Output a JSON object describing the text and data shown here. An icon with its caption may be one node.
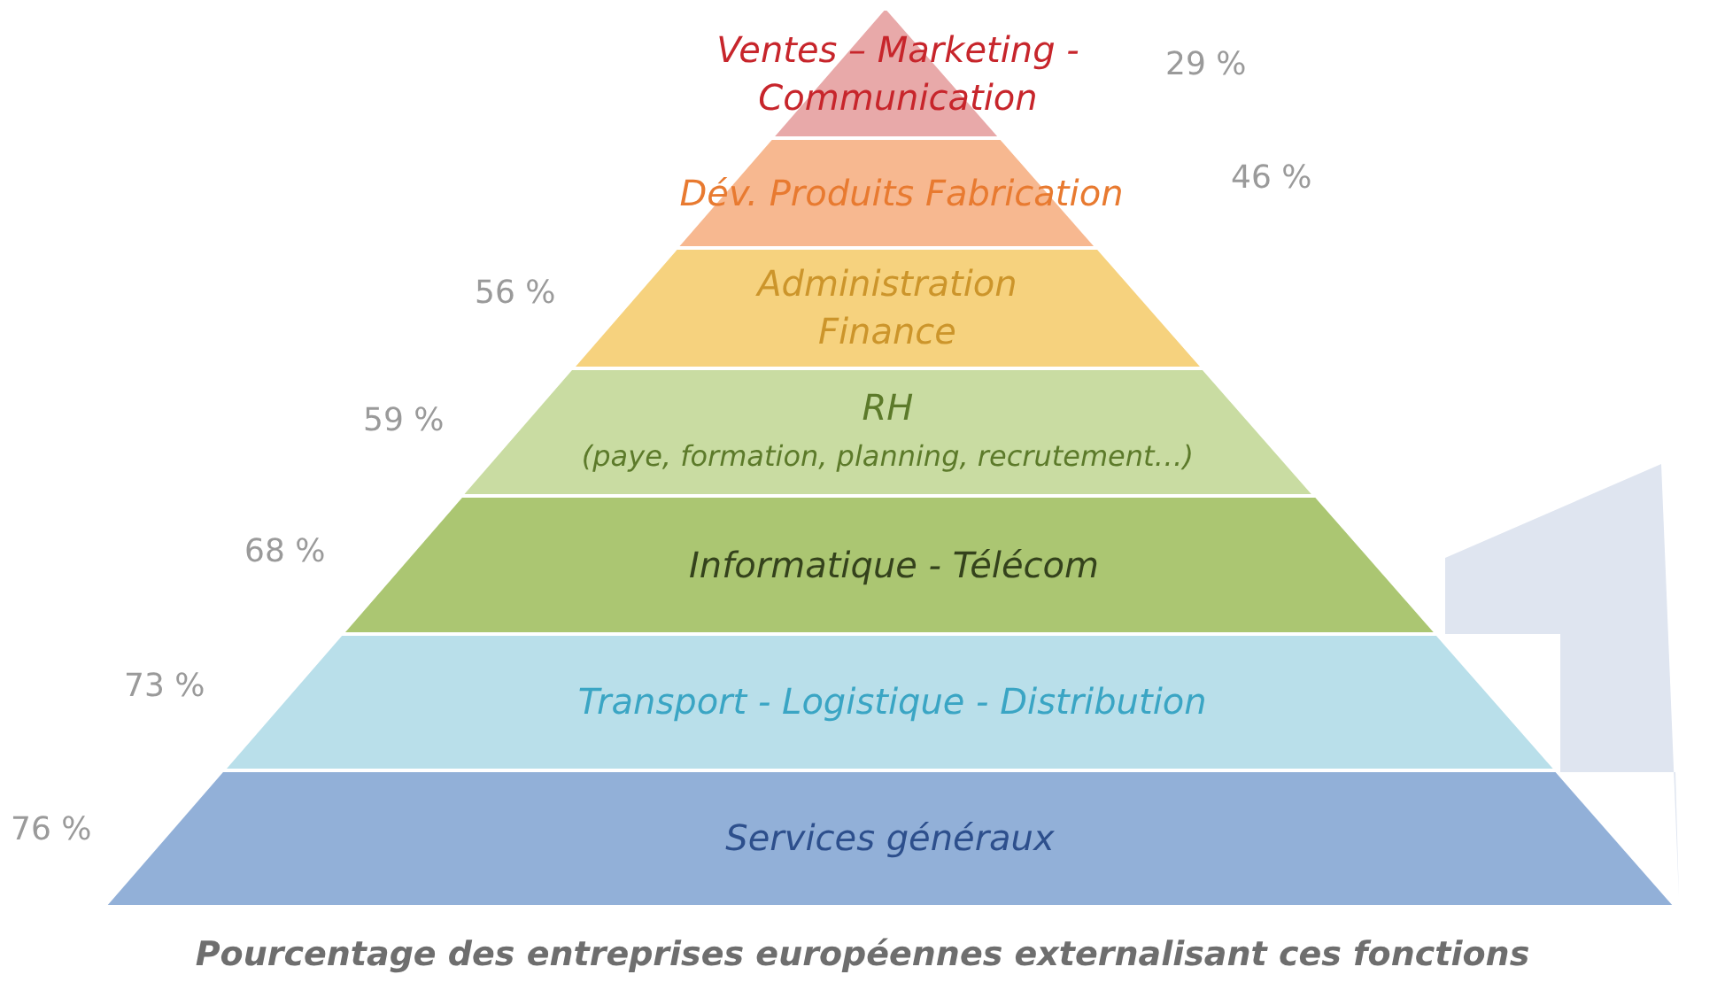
{
  "diagram": {
    "caption": "Pourcentage des entreprises européennes externalisant ces fonctions",
    "nodes": [
      {
        "text": [
          "Ventes – Marketing - Communication"
        ]
      },
      {
        "text": [
          "Dév. Produits Fabrication"
        ]
      },
      {
        "text": [
          "Administration Finance"
        ],
        "beside": [
          "56 %"
        ]
      },
      {
        "text": [
          "RH",
          "(paye, formation, planning, recrutement…)"
        ],
        "beside": [
          "59 %"
        ]
      },
      {
        "text": [
          "Informatique - Télécom"
        ],
        "beside": [
          "68 %"
        ]
      },
      {
        "text": [
          "Transport - Logistique - Distribution"
        ],
        "beside": [
          "73 %"
        ]
      },
      {
        "text": [
          "Services généraux"
        ],
        "beside": [
          "76 %"
        ]
      }
    ],
    "edges": [],
    "labels": [
      "29 %",
      "46 %"
    ]
  }
}
